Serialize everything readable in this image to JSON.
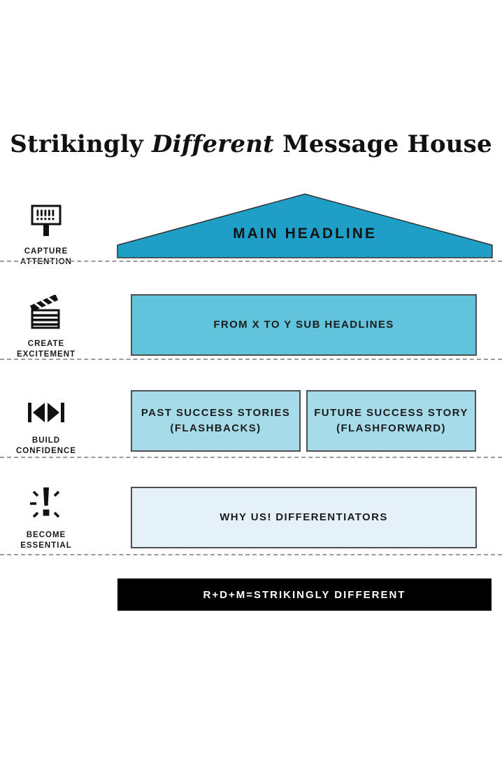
{
  "title": {
    "part1": "Strikingly ",
    "part2": "Different",
    "part3": " Message House"
  },
  "rows": [
    {
      "icon": "billboard-exclamations-icon",
      "label": "CAPTURE\nATTENTION",
      "boxes": [
        "MAIN HEADLINE"
      ]
    },
    {
      "icon": "clapperboard-icon",
      "label": "CREATE\nEXCITEMENT",
      "boxes": [
        "FROM X TO Y SUB HEADLINES"
      ]
    },
    {
      "icon": "skip-back-forward-icon",
      "label": "BUILD\nCONFIDENCE",
      "boxes": [
        "PAST SUCCESS STORIES\n(FLASHBACKS)",
        "FUTURE SUCCESS STORY\n(FLASHFORWARD)"
      ]
    },
    {
      "icon": "exclamation-burst-icon",
      "label": "BECOME\nESSENTIAL",
      "boxes": [
        "WHY US! DIFFERENTIATORS"
      ]
    }
  ],
  "footer": {
    "label": "R+D+M=STRIKINGLY DIFFERENT"
  },
  "colors": {
    "roof": "#1d9fc8",
    "sub_headlines_box": "#62c4dc",
    "stories_box": "#a6dcea",
    "differentiators_box": "#e4f1f8",
    "footer_bg": "#000000",
    "footer_text": "#ffffff",
    "separator": "#9b9b9b"
  }
}
